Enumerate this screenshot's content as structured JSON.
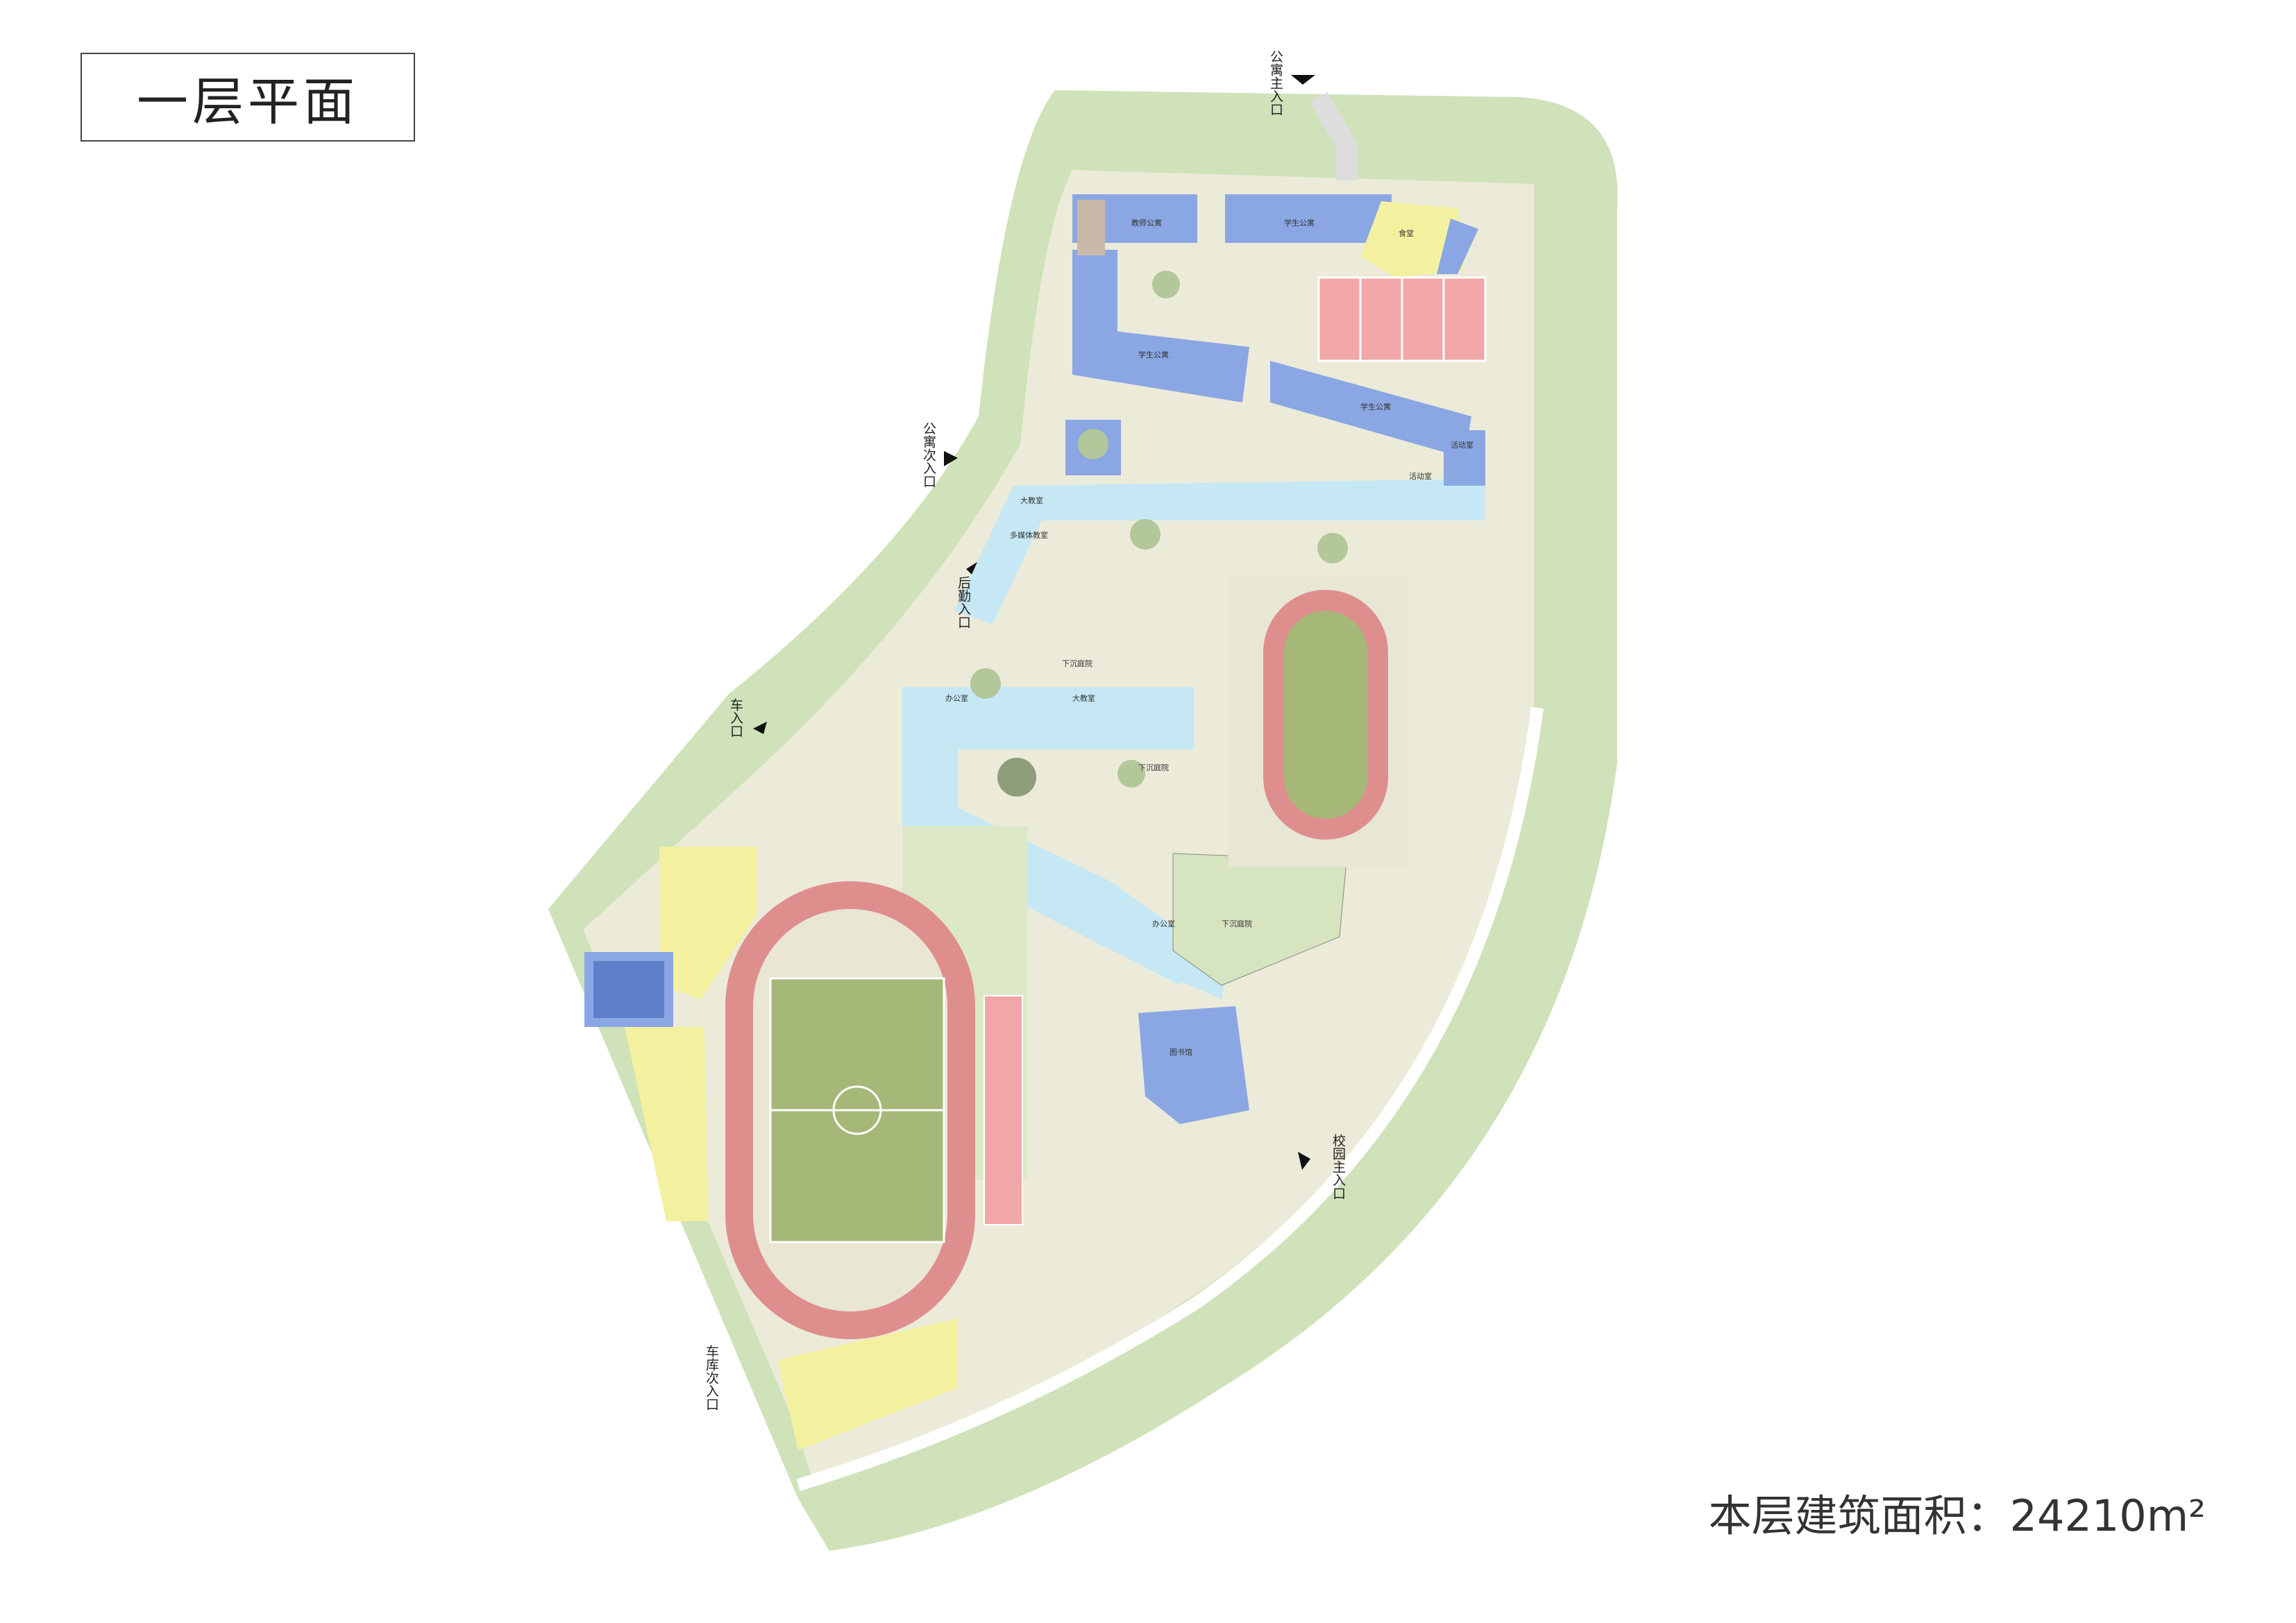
{
  "title": "一层平面",
  "area": "本层建筑面积：24210m²",
  "gates": {
    "apartment_main": "公寓主入口",
    "apartment_secondary": "公寓次入口",
    "logistics": "后勤入口",
    "vehicle": "车入口",
    "garage_secondary": "车库次入口",
    "campus_main": "校园主入口"
  },
  "rooms": {
    "teacher_apartment": "教师公寓",
    "student_apartment": "学生公寓",
    "student_apartment_2": "学生公寓",
    "dining_hall": "食堂",
    "big_classroom": "大教室",
    "activity_room": "活动室",
    "activity_room_2": "活动室",
    "multimedia": "多媒体教室",
    "office": "办公室",
    "big_room": "大教室",
    "sunken_garden": "下沉庭院",
    "sunken_garden_2": "下沉庭院",
    "office_2": "办公室",
    "sunken_garden_3": "下沉庭院",
    "library": "图书馆"
  },
  "colors": {
    "green_border": "#cfe2b9",
    "site": "#ecebd9",
    "apartment": "#8aa7e4",
    "classroom": "#c6e8f5",
    "yellow": "#f3f0a0",
    "court": "#f1a7a7",
    "track": "#df8e8e",
    "field": "#a5b878"
  }
}
